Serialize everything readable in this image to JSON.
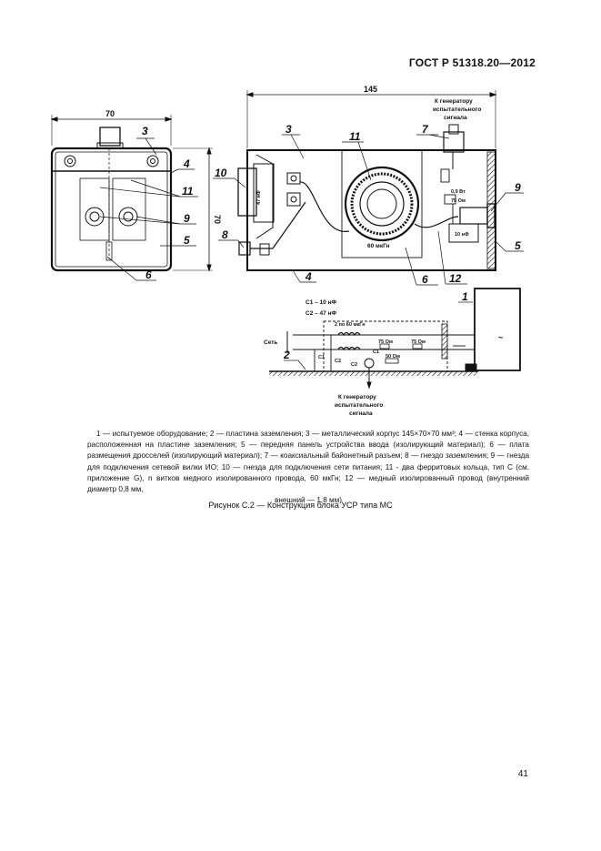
{
  "header": "ГОСТ Р 51318.20—2012",
  "figure": {
    "dims": {
      "width_front": "70",
      "height_front": "70",
      "length_top": "145"
    },
    "callouts": [
      "1",
      "2",
      "3",
      "4",
      "5",
      "6",
      "7",
      "8",
      "9",
      "10",
      "11",
      "12"
    ],
    "generator_label_top": [
      "К генератору",
      "испытательного",
      "сигнала"
    ],
    "generator_label_bottom": [
      "К генератору",
      "испытательного",
      "сигнала"
    ],
    "component_labels": {
      "coil": "60 мкГн",
      "res_095": "0,9 Вт",
      "res_75": "75 Ом",
      "cap_10": "10 нФ",
      "cap_47": "47 нФ",
      "chokes": "2 по 60 мкГн",
      "c1_label": "С1 – 10 нФ",
      "c2_label": "С2 – 47 нФ",
      "mains": "Сеть",
      "sch_75a": "75 Ом",
      "sch_75b": "75 Ом",
      "sch_50": "50 Ом",
      "sch_c1": "C1",
      "sch_c2": "C2",
      "sch_c1b": "C1",
      "sch_c2b": "C2",
      "tilde": "~"
    }
  },
  "legend_parts": [
    "1 — испытуемое оборудование; 2 — пластина заземления; 3 — металлический корпус 145×70×70 мм³; 4 — стенка корпуса, расположенная на пластине заземления; 5 — передняя панель устройства ввода (изолирующий материал); 6 — плата размещения дросселей (изолирующий материал); 7 — коаксиальный байонетный разъем; 8 — гнездо заземления; 9 — гнезда для подключения сетевой вилки ИО; 10 — гнезда для подключения сети питания; 11 - два ферритовых кольца, тип С (см. приложение G), n витков медного изолированного провода, 60 мкГн; 12 — медный изолированный провод (внутренний диаметр 0,8 мм,",
    "внешний — 1,8 мм)"
  ],
  "caption": "Рисунок С.2 — Конструкция блока УСР типа МС",
  "page_number": "41"
}
